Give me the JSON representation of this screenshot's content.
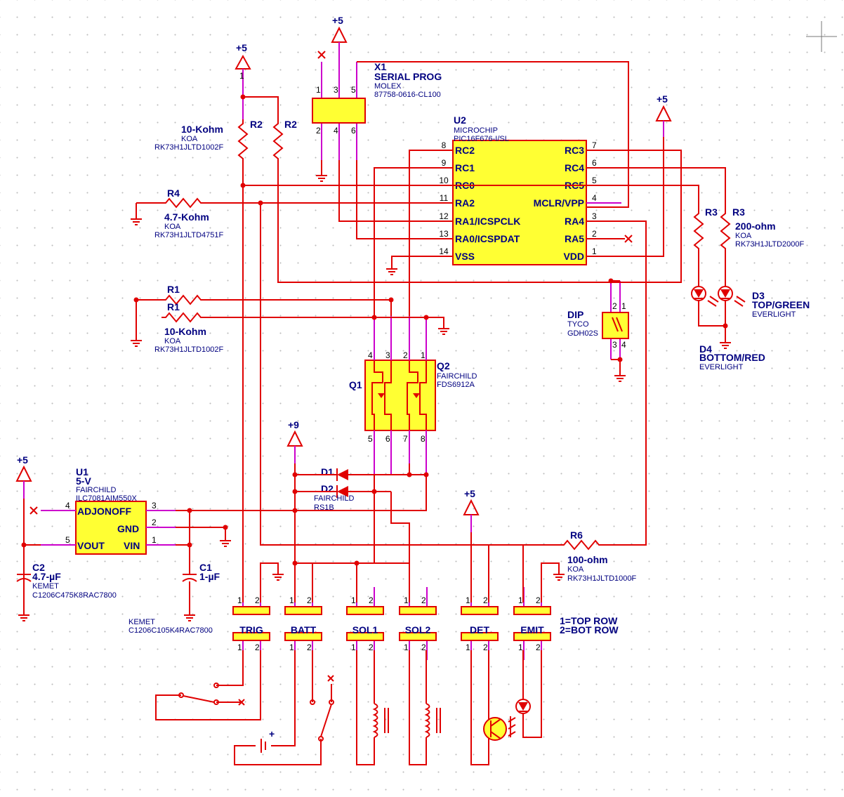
{
  "power": {
    "p5": "+5",
    "p9": "+9"
  },
  "x1": {
    "ref": "X1",
    "value": "SERIAL PROG",
    "mfr": "MOLEX",
    "part": "87758-0616-CL100"
  },
  "u2": {
    "ref": "U2",
    "mfr": "MICROCHIP",
    "part": "PIC16F676-I/SL",
    "left_pins": [
      [
        "8",
        "RC2"
      ],
      [
        "9",
        "RC1"
      ],
      [
        "10",
        "RC0"
      ],
      [
        "11",
        "RA2"
      ],
      [
        "12",
        "RA1/ICSPCLK"
      ],
      [
        "13",
        "RA0/ICSPDAT"
      ],
      [
        "14",
        "VSS"
      ]
    ],
    "right_pins": [
      [
        "7",
        "RC3"
      ],
      [
        "6",
        "RC4"
      ],
      [
        "5",
        "RC5"
      ],
      [
        "4",
        "MCLR/VPP"
      ],
      [
        "3",
        "RA4"
      ],
      [
        "2",
        "RA5"
      ],
      [
        "1",
        "VDD"
      ]
    ]
  },
  "r2a": {
    "ref": "R2",
    "value": "10-Kohm",
    "mfr": "KOA",
    "part": "RK73H1JLTD1002F"
  },
  "r2b": {
    "ref": "R2"
  },
  "r4": {
    "ref": "R4",
    "value": "4.7-Kohm",
    "mfr": "KOA",
    "part": "RK73H1JLTD4751F"
  },
  "r1": {
    "ref": "R1",
    "ref2": "R1",
    "value": "10-Kohm",
    "mfr": "KOA",
    "part": "RK73H1JLTD1002F"
  },
  "r3": {
    "ref": "R3",
    "ref2": "R3",
    "value": "200-ohm",
    "mfr": "KOA",
    "part": "RK73H1JLTD2000F"
  },
  "d3": {
    "ref": "D3",
    "value": "TOP/GREEN",
    "mfr": "EVERLIGHT"
  },
  "d4": {
    "ref": "D4",
    "value": "BOTTOM/RED",
    "mfr": "EVERLIGHT"
  },
  "dip": {
    "ref": "DIP",
    "mfr": "TYCO",
    "part": "GDH02S"
  },
  "q": {
    "ref1": "Q1",
    "ref2": "Q2",
    "mfr": "FAIRCHILD",
    "part": "FDS6912A"
  },
  "d1d2": {
    "ref1": "D1",
    "ref2": "D2",
    "mfr": "FAIRCHILD",
    "part": "RS1B"
  },
  "u1": {
    "ref": "U1",
    "value": "5-V",
    "mfr": "FAIRCHILD",
    "part": "ILC7081AIM550X",
    "pins": {
      "adjonoff": "ADJONOFF",
      "gnd": "GND",
      "vout": "VOUT",
      "vin": "VIN"
    }
  },
  "c2": {
    "ref": "C2",
    "value": "4.7-µF",
    "mfr": "KEMET",
    "part": "C1206C475K8RAC7800"
  },
  "c1": {
    "ref": "C1",
    "value": "1-µF",
    "mfr": "KEMET",
    "part": "C1206C105K4RAC7800"
  },
  "r6": {
    "ref": "R6",
    "value": "100-ohm",
    "mfr": "KOA",
    "part": "RK73H1JLTD1000F"
  },
  "connectors": [
    "TRIG",
    "BATT",
    "SOL1",
    "SOL2",
    "DET",
    "EMIT"
  ],
  "row_note": {
    "line1": "1=TOP ROW",
    "line2": "2=BOT ROW"
  }
}
